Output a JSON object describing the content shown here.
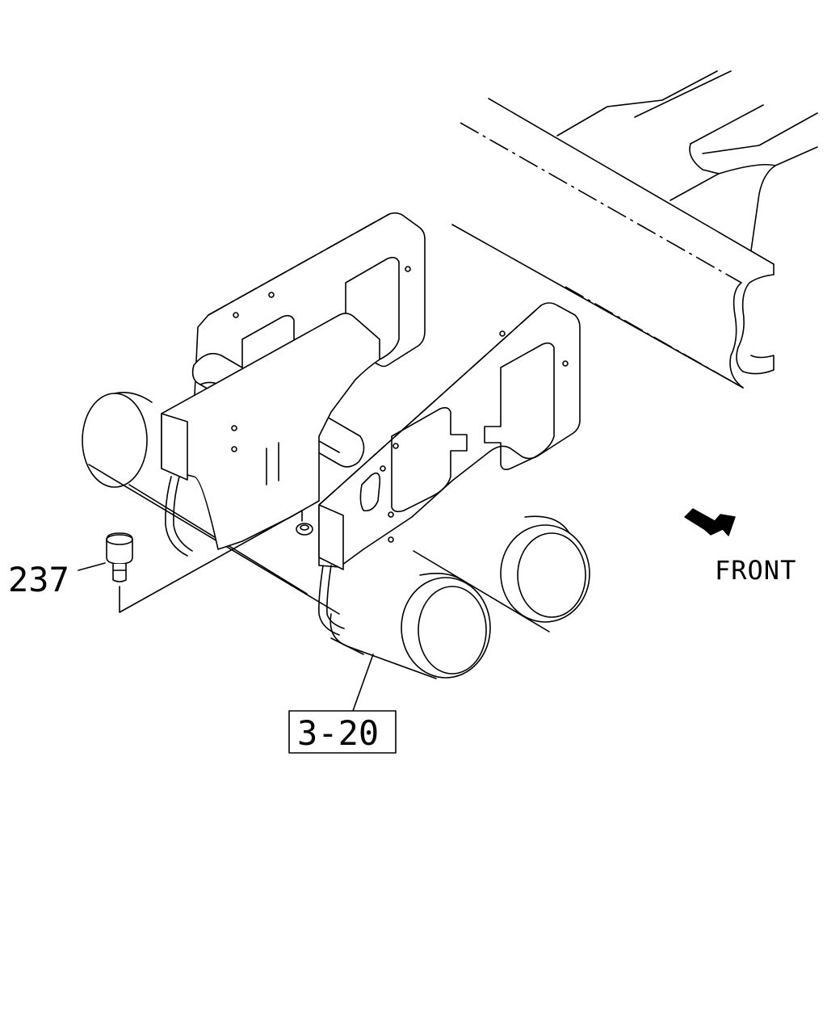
{
  "callouts": {
    "part_237": "237",
    "ref_3_20": "3-20"
  },
  "direction": {
    "label": "FRONT",
    "arrow_icon": "front-arrow-icon"
  },
  "colors": {
    "line": "#000000",
    "background": "#ffffff"
  }
}
